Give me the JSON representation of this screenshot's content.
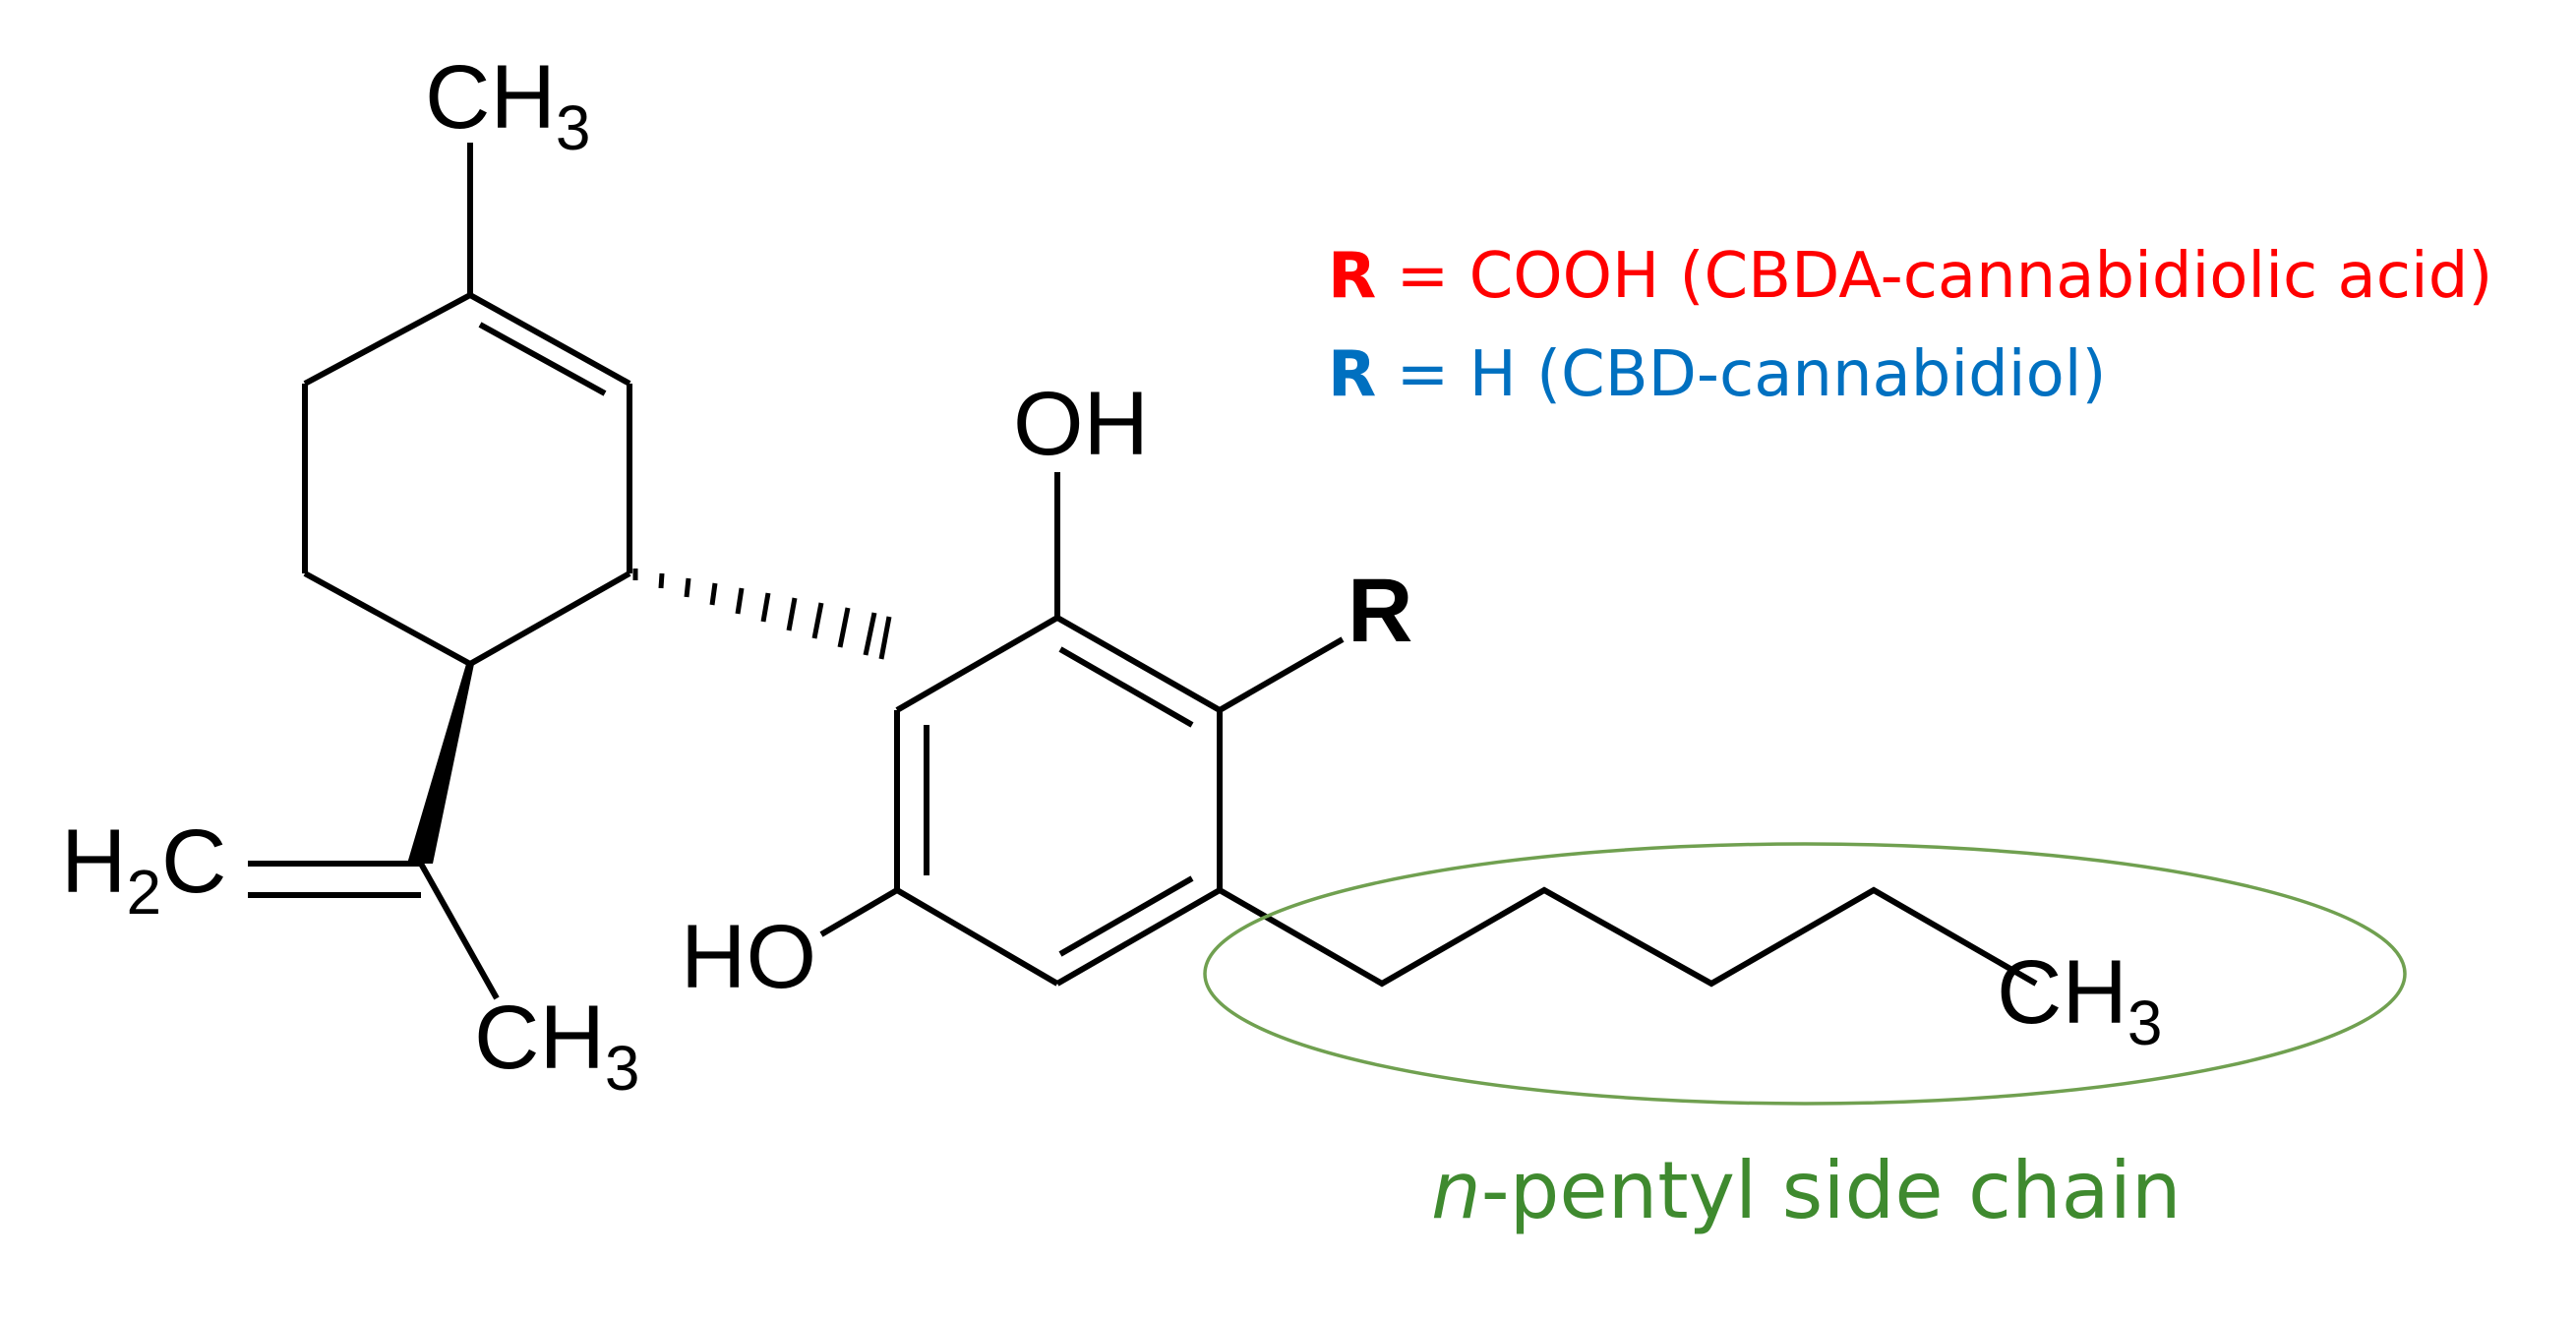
{
  "colors": {
    "ink": "#000000",
    "acid": "#ff0000",
    "neutral": "#0070c0",
    "chain": "#70a050",
    "chain_text": "#3f8a2f"
  },
  "atoms": {
    "methyl_top": {
      "main": "CH",
      "sub": "3"
    },
    "methylene": {
      "pre": "H",
      "sub": "2",
      "main": "C"
    },
    "methyl_isopropenyl": {
      "main": "CH",
      "sub": "3"
    },
    "oh_top": "OH",
    "oh_bottom": "HO",
    "r_group": "R",
    "methyl_terminal": {
      "main": "CH",
      "sub": "3"
    }
  },
  "legend": [
    {
      "r": "R",
      "text": " = COOH (CBDA-cannabidiolic acid)",
      "color_key": "acid"
    },
    {
      "r": "R",
      "text": " = H (CBD-cannabidiol)",
      "color_key": "neutral"
    }
  ],
  "annotation": {
    "italic": "n",
    "text": "-pentyl side chain"
  }
}
